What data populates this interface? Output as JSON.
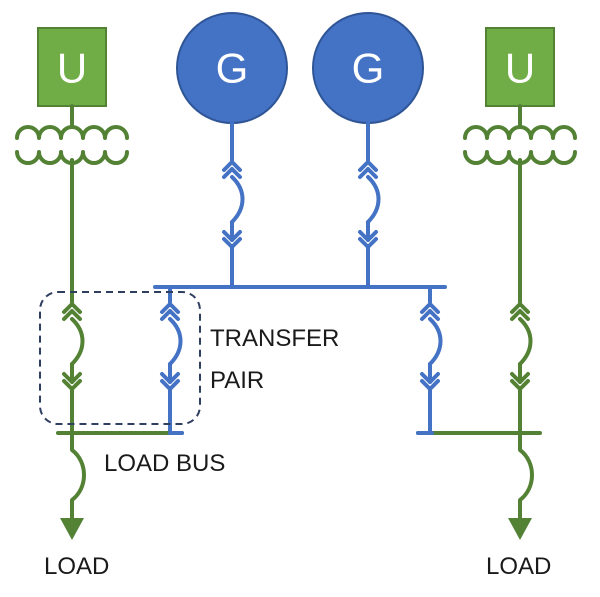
{
  "utility_symbol": "U",
  "generator_symbol": "G",
  "labels": {
    "transfer_line1": "TRANSFER",
    "transfer_line2": "PAIR",
    "load_bus": "LOAD BUS",
    "load_left": "LOAD",
    "load_right": "LOAD"
  },
  "colors": {
    "utility": "#70ad47",
    "utility_stroke": "#548235",
    "generator": "#4472c4",
    "generator_stroke": "#2f5597"
  }
}
